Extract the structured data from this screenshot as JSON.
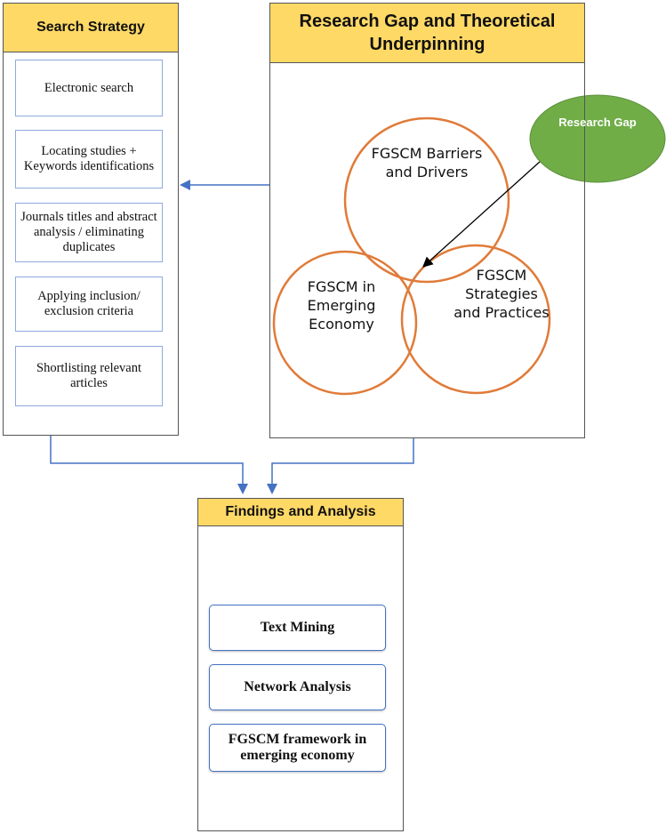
{
  "search_strategy": {
    "title": "Search Strategy",
    "steps": [
      "Electronic search",
      "Locating studies + Keywords identifications",
      "Journals titles and abstract analysis / eliminating duplicates",
      "Applying inclusion/ exclusion criteria",
      "Shortlisting relevant articles"
    ]
  },
  "research_gap": {
    "title": "Research Gap and Theoretical Underpinning",
    "circles": [
      "FGSCM Barriers and Drivers",
      "FGSCM in Emerging Economy",
      "FGSCM Strategies and Practices"
    ],
    "gap_label": "Research Gap"
  },
  "findings": {
    "title": "Findings and Analysis",
    "items": [
      "Text Mining",
      "Network Analysis",
      "FGSCM framework in emerging economy"
    ]
  },
  "colors": {
    "header_fill": "#ffd966",
    "step_border": "#8eaadb",
    "arrow": "#4472c4",
    "circle_stroke": "#e07b39",
    "gap_fill": "#70ad47"
  }
}
